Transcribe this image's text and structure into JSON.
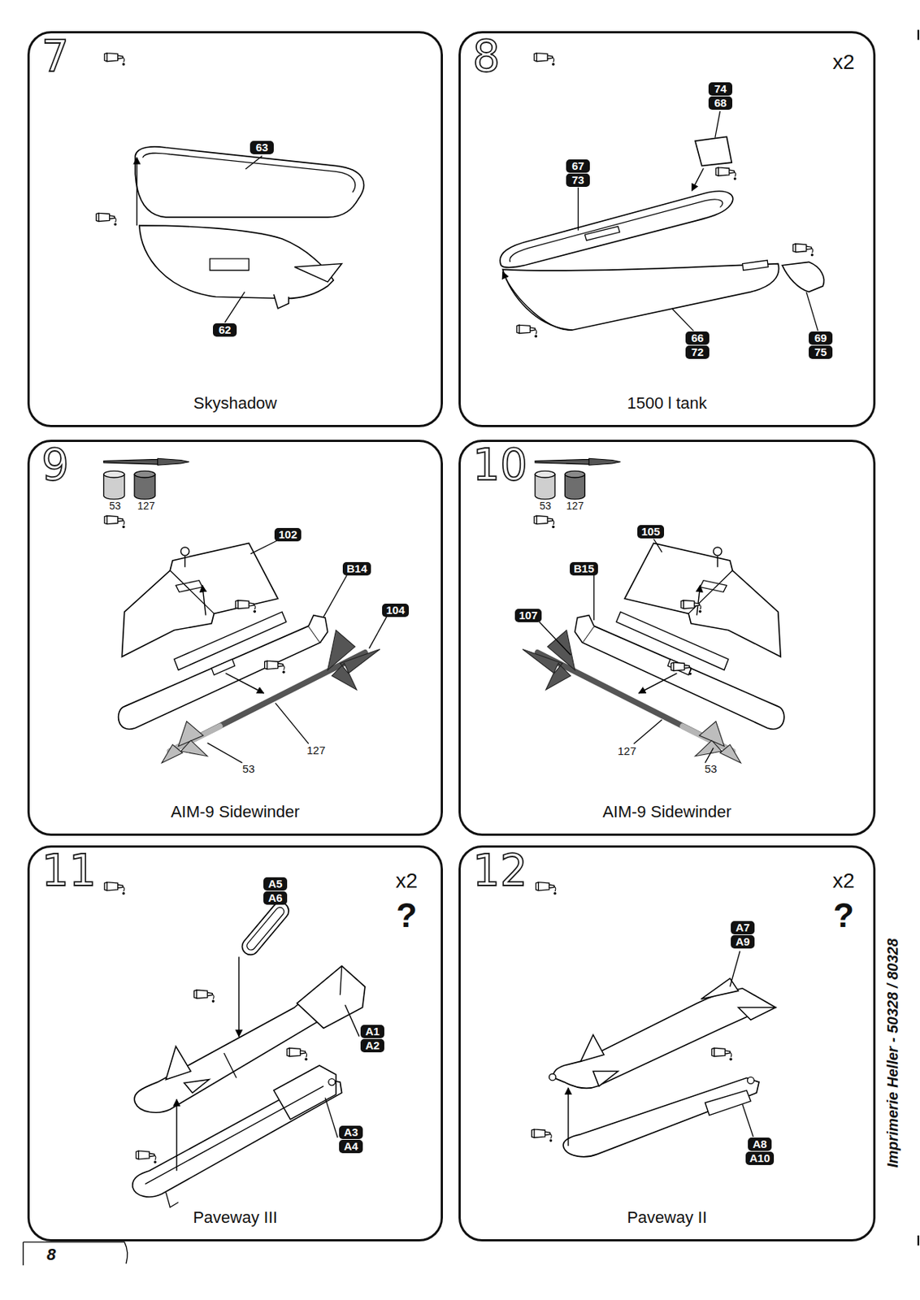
{
  "diagram": {
    "nodes": [
      {
        "text": [
          "7",
          "Skyshadow"
        ]
      },
      {
        "text": [
          "63"
        ],
        "in": 0
      },
      {
        "text": [
          "62"
        ],
        "in": 0
      },
      {
        "text": [
          "8",
          "1500 l tank"
        ]
      },
      {
        "text": [
          "74"
        ],
        "in": 3
      },
      {
        "text": [
          "68"
        ],
        "in": 3
      },
      {
        "text": [
          "67"
        ],
        "in": 3
      },
      {
        "text": [
          "73"
        ],
        "in": 3
      },
      {
        "text": [
          "66"
        ],
        "in": 3
      },
      {
        "text": [
          "72"
        ],
        "in": 3
      },
      {
        "text": [
          "69"
        ],
        "in": 3
      },
      {
        "text": [
          "75"
        ],
        "in": 3
      },
      {
        "text": [
          "9",
          "AIM-9 Sidewinder"
        ]
      },
      {
        "text": [
          "102"
        ],
        "in": 12
      },
      {
        "text": [
          "B14"
        ],
        "in": 12
      },
      {
        "text": [
          "104"
        ],
        "in": 12
      },
      {
        "text": [
          "10",
          "AIM-9 Sidewinder"
        ]
      },
      {
        "text": [
          "105"
        ],
        "in": 16
      },
      {
        "text": [
          "B15"
        ],
        "in": 16
      },
      {
        "text": [
          "107"
        ],
        "in": 16
      },
      {
        "text": [
          "11",
          "Paveway III"
        ]
      },
      {
        "text": [
          "A5"
        ],
        "in": 20
      },
      {
        "text": [
          "A6"
        ],
        "in": 20
      },
      {
        "text": [
          "A1"
        ],
        "in": 20
      },
      {
        "text": [
          "A2"
        ],
        "in": 20
      },
      {
        "text": [
          "A3"
        ],
        "in": 20
      },
      {
        "text": [
          "A4"
        ],
        "in": 20
      },
      {
        "text": [
          "12",
          "Paveway II"
        ]
      },
      {
        "text": [
          "A7"
        ],
        "in": 27
      },
      {
        "text": [
          "A9"
        ],
        "in": 27
      },
      {
        "text": [
          "A8"
        ],
        "in": 27
      },
      {
        "text": [
          "A10"
        ],
        "in": 27
      }
    ],
    "labels": [
      "x2",
      "53",
      "127",
      "127",
      "53",
      "53",
      "127",
      "127",
      "53",
      "x2",
      "?",
      "x2",
      "?",
      "8",
      "Imprimerie Heller - 50328 / 80328"
    ]
  }
}
